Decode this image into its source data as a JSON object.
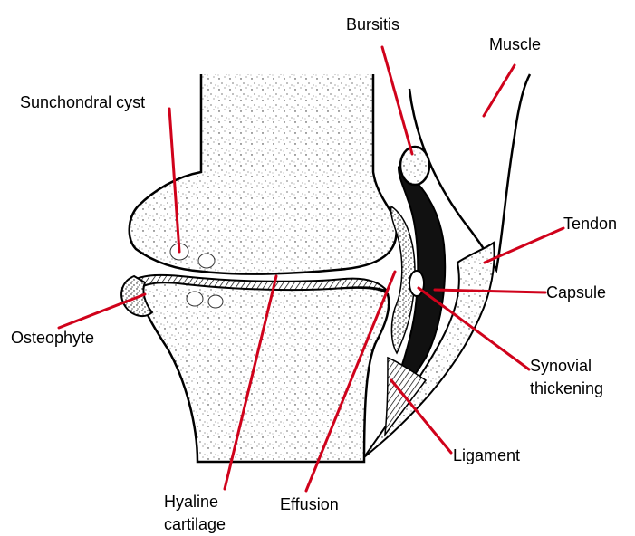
{
  "labels": {
    "bursitis": "Bursitis",
    "muscle": "Muscle",
    "subchondral_cyst": "Sunchondral cyst",
    "tendon": "Tendon",
    "capsule": "Capsule",
    "osteophyte": "Osteophyte",
    "synovial_thickening_1": "Synovial",
    "synovial_thickening_2": "thickening",
    "ligament": "Ligament",
    "hyaline_cartilage_1": "Hyaline",
    "hyaline_cartilage_2": "cartilage",
    "effusion": "Effusion"
  },
  "colors": {
    "leader_line": "#d0021b",
    "ink": "#000000",
    "bone_fill": "#ffffff",
    "dark_fill": "#111111",
    "stipple_fill": "#c8c8c8"
  },
  "icons": {
    "diagram": "knee-joint-osteoarthritis-cross-section"
  }
}
